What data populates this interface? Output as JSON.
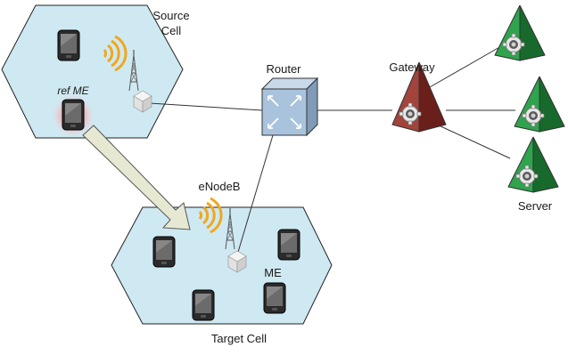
{
  "labels": {
    "source_cell_line1": "Source",
    "source_cell_line2": "Cell",
    "ref_me": "ref ME",
    "router": "Router",
    "gateway": "Gateway",
    "enodeb": "eNodeB",
    "me": "ME",
    "target_cell": "Target Cell",
    "server": "Server"
  },
  "colors": {
    "cell_fill": "#cfe9f2",
    "router_fill": "#a9c3dc",
    "gateway_fill": "#8b2f2a",
    "server_fill": "#1f8a3a",
    "signal": "#f0a81c",
    "handover_arrow": "#e6e8d2"
  },
  "icons": [
    "phone-icon",
    "signal-waves-icon",
    "antenna-tower-icon",
    "router-icon",
    "gateway-icon",
    "server-icon"
  ]
}
